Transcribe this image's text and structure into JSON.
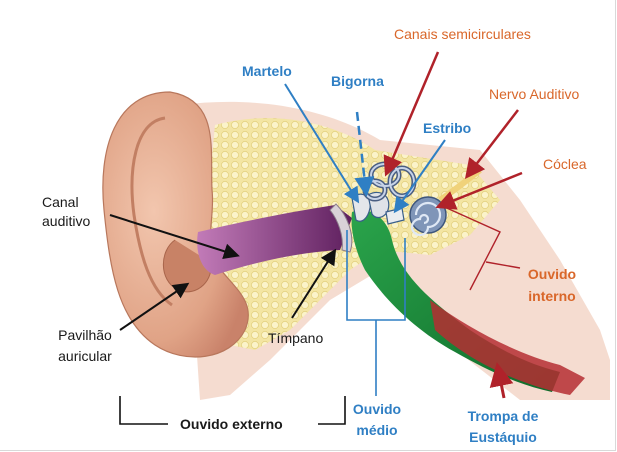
{
  "labels": {
    "canais_semicirculares": "Canais semicirculares",
    "martelo": "Martelo",
    "bigorna": "Bigorna",
    "nervo_auditivo": "Nervo Auditivo",
    "estribo": "Estribo",
    "coclea": "Cóclea",
    "canal_line1": "Canal",
    "canal_line2": "auditivo",
    "ouvido_interno_line1": "Ouvido",
    "ouvido_interno_line2": "interno",
    "pavilhao_line1": "Pavilhão",
    "pavilhao_line2": "auricular",
    "timpano": "Tímpano",
    "ouvido_externo": "Ouvido externo",
    "ouvido_medio_line1": "Ouvido",
    "ouvido_medio_line2": "médio",
    "trompa_line1": "Trompa de",
    "trompa_line2": "Eustáquio"
  },
  "colors": {
    "blue_label": "#2f7fc4",
    "orange_label": "#d9672a",
    "black_label": "#1a1a1a",
    "arrow_red": "#b0222a",
    "skin": "#e9b49a",
    "bone": "#f4e7a8",
    "canal_purple": "#7b2e78",
    "tube_green": "#1f8a3a"
  }
}
